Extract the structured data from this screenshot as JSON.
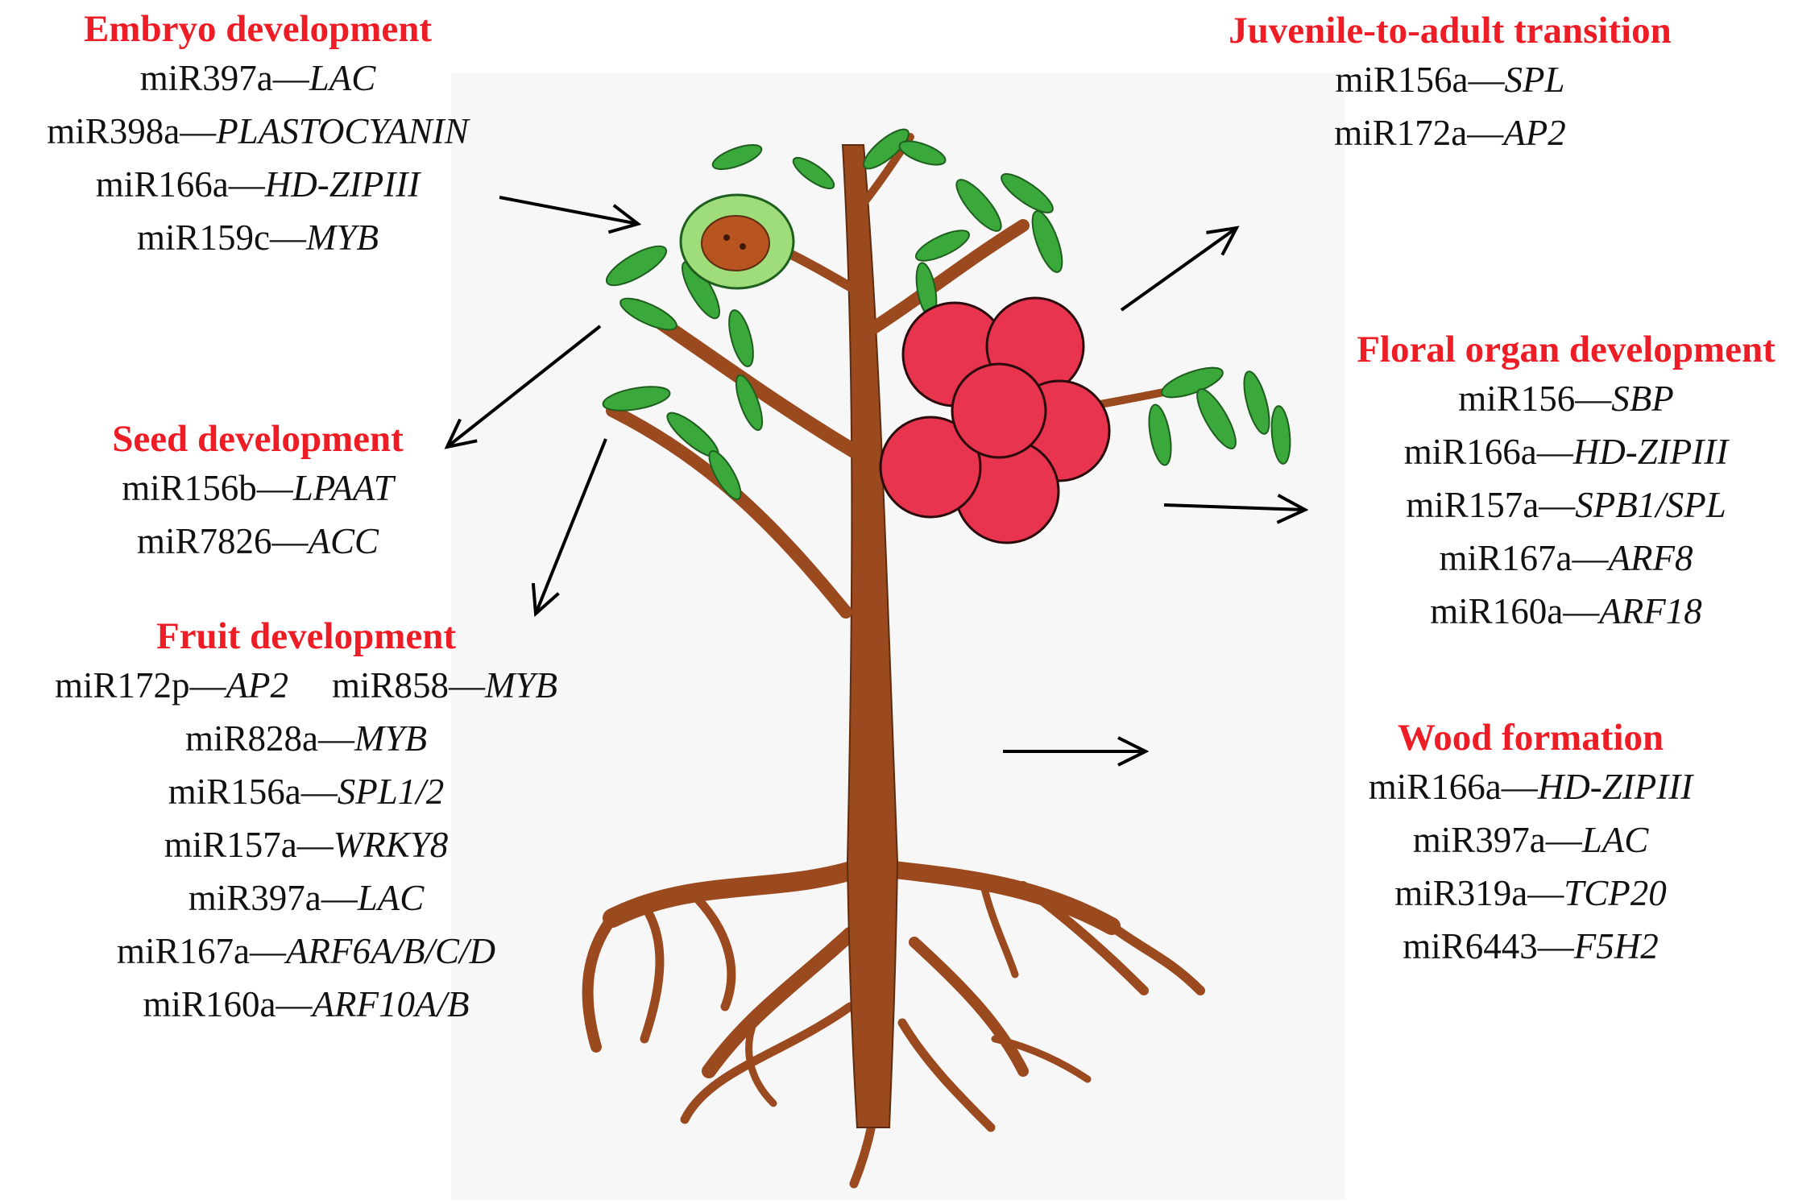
{
  "colors": {
    "heading": "#ee1c25",
    "text": "#111111",
    "trunk": "#9a4a1e",
    "leaf": "#3aa83a",
    "flower": "#e8344f",
    "fruit_skin": "#9fdc7a",
    "seed": "#b8541f"
  },
  "sections": {
    "embryo": {
      "title": "Embryo development",
      "entries": [
        {
          "mirna": "miR397a",
          "gene": "LAC"
        },
        {
          "mirna": "miR398a",
          "gene": "PLASTOCYANIN"
        },
        {
          "mirna": "miR166a",
          "gene": "HD-ZIPIII"
        },
        {
          "mirna": "miR159c",
          "gene": "MYB"
        }
      ]
    },
    "seed": {
      "title": "Seed development",
      "entries": [
        {
          "mirna": "miR156b",
          "gene": "LPAAT"
        },
        {
          "mirna": "miR7826",
          "gene": "ACC"
        }
      ]
    },
    "fruit": {
      "title": "Fruit development",
      "entries": [
        {
          "mirna": "miR172p",
          "gene": "AP2"
        },
        {
          "mirna": "miR858",
          "gene": "MYB"
        },
        {
          "mirna": "miR828a",
          "gene": "MYB"
        },
        {
          "mirna": "miR156a",
          "gene": "SPL1/2"
        },
        {
          "mirna": "miR157a",
          "gene": "WRKY8"
        },
        {
          "mirna": "miR397a",
          "gene": "LAC"
        },
        {
          "mirna": "miR167a",
          "gene": "ARF6A/B/C/D"
        },
        {
          "mirna": "miR160a",
          "gene": "ARF10A/B"
        }
      ]
    },
    "juvenile": {
      "title": "Juvenile-to-adult transition",
      "entries": [
        {
          "mirna": "miR156a",
          "gene": "SPL"
        },
        {
          "mirna": "miR172a",
          "gene": "AP2"
        }
      ]
    },
    "floral": {
      "title": "Floral organ development",
      "entries": [
        {
          "mirna": "miR156",
          "gene": "SBP"
        },
        {
          "mirna": "miR166a",
          "gene": "HD-ZIPIII"
        },
        {
          "mirna": "miR157a",
          "gene": "SPB1/SPL"
        },
        {
          "mirna": "miR167a",
          "gene": "ARF8"
        },
        {
          "mirna": "miR160a",
          "gene": "ARF18"
        }
      ]
    },
    "wood": {
      "title": "Wood formation",
      "entries": [
        {
          "mirna": "miR166a",
          "gene": "HD-ZIPIII"
        },
        {
          "mirna": "miR397a",
          "gene": "LAC"
        },
        {
          "mirna": "miR319a",
          "gene": "TCP20"
        },
        {
          "mirna": "miR6443",
          "gene": "F5H2"
        }
      ]
    }
  }
}
